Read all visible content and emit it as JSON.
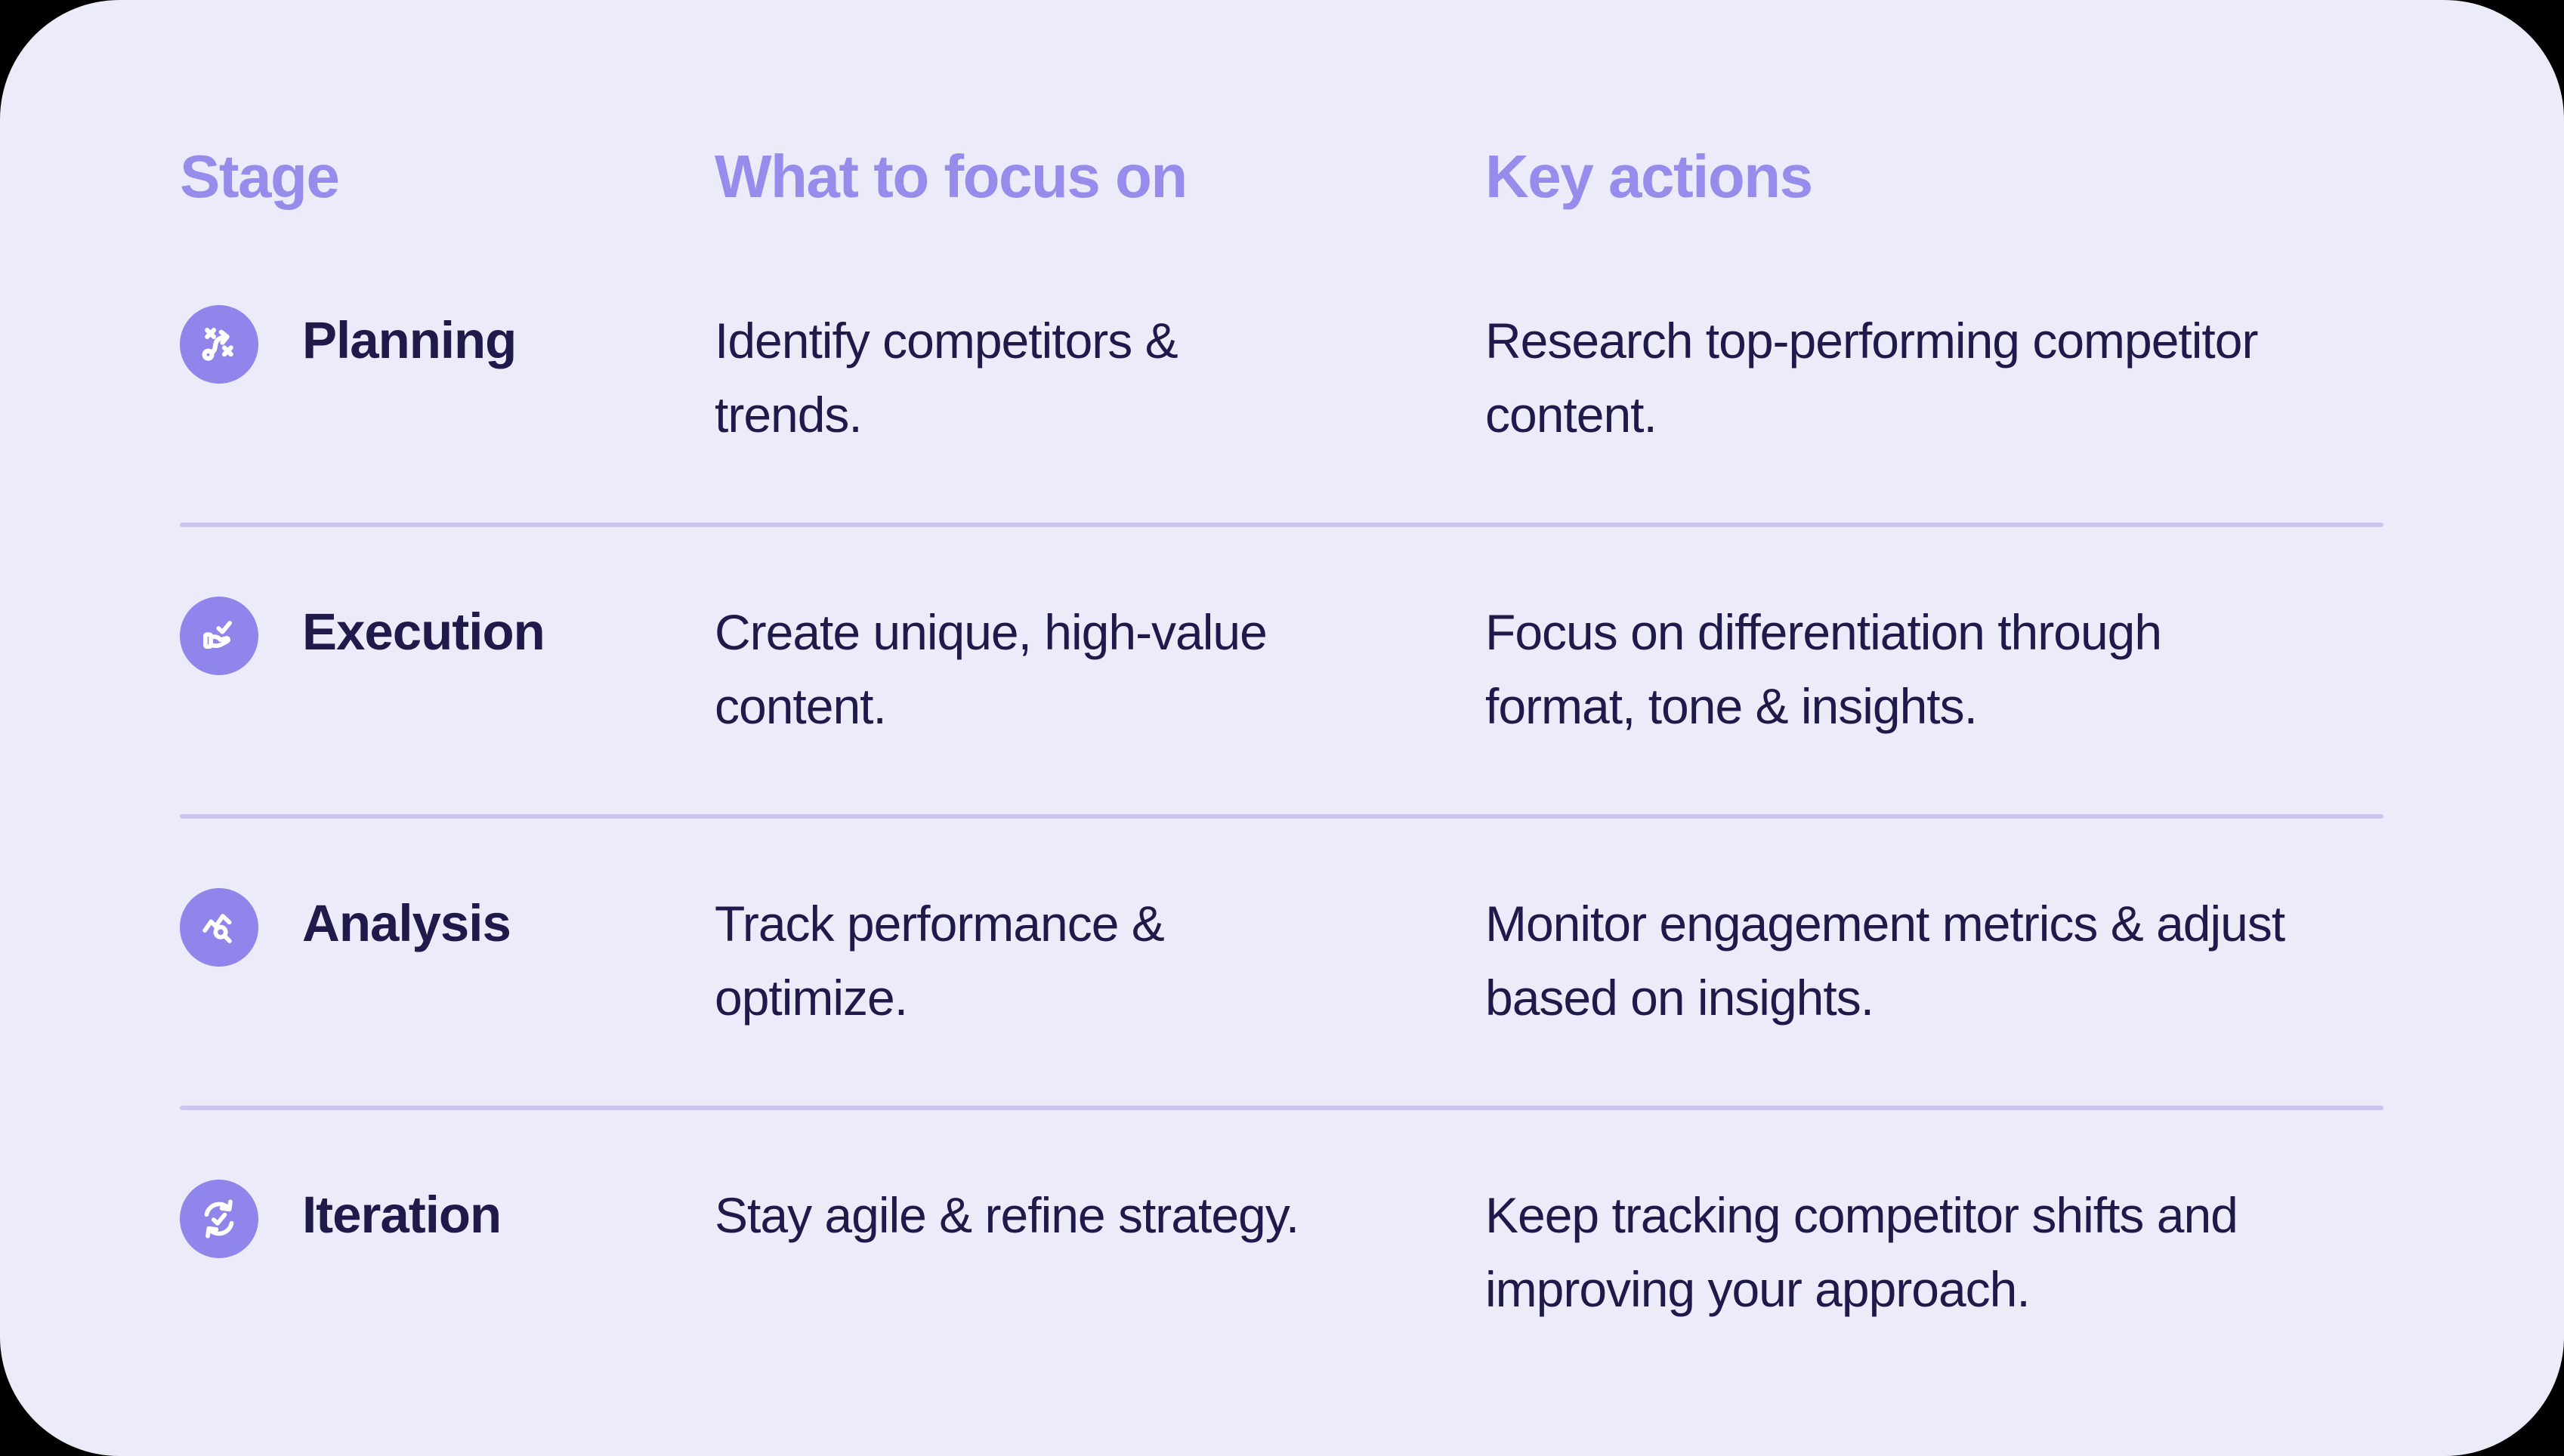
{
  "colors": {
    "page_background": "#000000",
    "card_background": "#ECEBF9",
    "header_text": "#968CEC",
    "body_text": "#1E1B4B",
    "icon_circle": "#8F85EA",
    "divider": "#CBC5F0",
    "icon_glyph": "#FFFFFF"
  },
  "table": {
    "headers": [
      {
        "label": "Stage"
      },
      {
        "label": "What to focus on"
      },
      {
        "label": "Key actions"
      }
    ],
    "rows": [
      {
        "icon": "strategy-icon",
        "stage": "Planning",
        "focus": "Identify competitors &\ntrends.",
        "actions": "Research top-performing competitor\ncontent."
      },
      {
        "icon": "hand-check-icon",
        "stage": "Execution",
        "focus": "Create unique, high-value\ncontent.",
        "actions": "Focus on differentiation through\nformat, tone & insights."
      },
      {
        "icon": "chart-magnifier-icon",
        "stage": "Analysis",
        "focus": "Track performance &\noptimize.",
        "actions": "Monitor engagement metrics & adjust\nbased on insights."
      },
      {
        "icon": "sync-check-icon",
        "stage": "Iteration",
        "focus": "Stay agile & refine strategy.",
        "actions": "Keep tracking competitor shifts and\nimproving your approach."
      }
    ]
  }
}
